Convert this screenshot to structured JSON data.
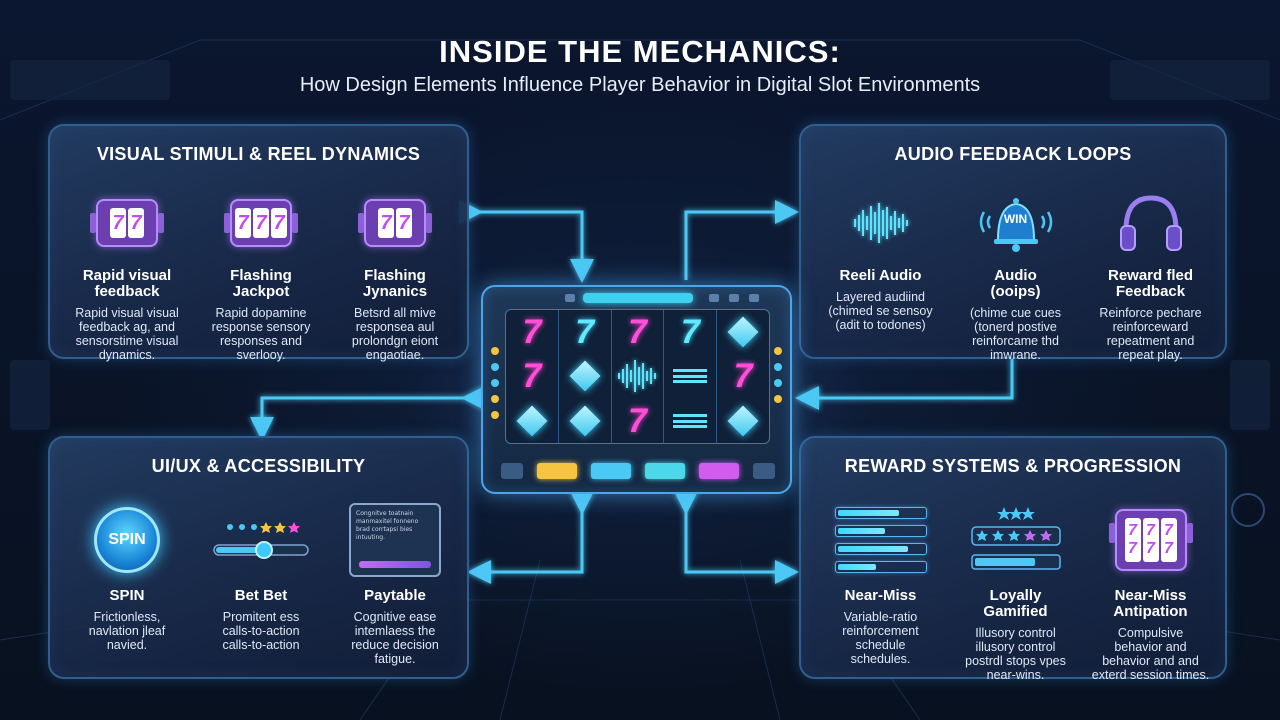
{
  "header": {
    "title": "INSIDE THE MECHANICS:",
    "subtitle": "How Design Elements Influence Player Behavior in Digital Slot Environments"
  },
  "panels": {
    "visual": {
      "title": "VISUAL STIMULI & REEL DYNAMICS",
      "items": [
        {
          "label": "Rapid visual\nfeedback",
          "desc": "Rapid visual visual\nfeedback ag, and\nsensorstime visual\ndynamics."
        },
        {
          "label": "Flashing\nJackpot",
          "desc": "Rapid dopamine\nresponse sensory\nresponses and\nsverlooy."
        },
        {
          "label": "Flashing\nJynanics",
          "desc": "Betsrd all mive\nresponsea aul\nprolondgn eiont\nengaotiae."
        }
      ]
    },
    "audio": {
      "title": "AUDIO FEEDBACK LOOPS",
      "items": [
        {
          "label": "Reeli Audio",
          "desc": "Layered audiind\n(chimed se sensoy\n(adit to todones)"
        },
        {
          "label": "Audio\n(ooips)",
          "desc": "(chime cue cues\n(tonerd postive\nreinforcame thd\nimwrane."
        },
        {
          "label": "Reward fled\nFeedback",
          "desc": "Reinforce pechare\nreinforceward\nrepeatment and\nrepeat play."
        }
      ],
      "win_badge": "WIN"
    },
    "ui": {
      "title": "UI/UX & ACCESSIBILITY",
      "spin_button": "SPIN",
      "paytable_lines": [
        "Congnitve toatnain",
        "manmaxitel fonneno",
        "brad corrtapsi bies",
        "intuuting."
      ],
      "items": [
        {
          "label": "SPIN",
          "desc": "Frictionless,\nnavlation jleaf\nnavied."
        },
        {
          "label": "Bet Bet",
          "desc": "Promitent ess\ncalls-to-action\ncalls-to-action"
        },
        {
          "label": "Paytable",
          "desc": "Cognitive ease\nintemlaess the\nreduce decision\nfatigue."
        }
      ]
    },
    "reward": {
      "title": "REWARD SYSTEMS & PROGRESSION",
      "items": [
        {
          "label": "Near-Miss",
          "desc": "Variable-ratio\nreinforcement\nschedule\nschedules."
        },
        {
          "label": "Loyally\nGamified",
          "desc": "Illusory control\nillusory control\npostrdl stops vpes\nnear-wins."
        },
        {
          "label": "Near-Miss\nAntipation",
          "desc": "Compulsive\nbehavior and\nbehavior and and\nexterd session times."
        }
      ]
    }
  },
  "colors": {
    "accent_cyan": "#4cc8f4",
    "accent_pink": "#ff4fd8",
    "accent_purple": "#8b5cf6",
    "accent_gold": "#f5c542"
  }
}
